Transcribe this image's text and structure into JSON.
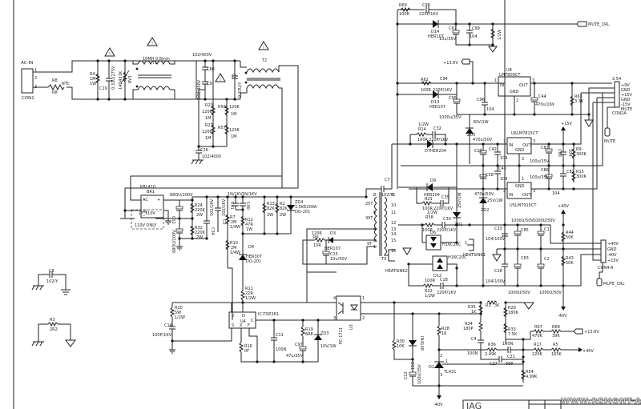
{
  "diagram": {
    "type": "power supply schematic",
    "watermark": "WWW.REMONT-AUD.NET",
    "title_block": "IAG"
  },
  "input": {
    "connector": "CON1",
    "connector_label": "AC-IN",
    "pins": [
      "1",
      "2",
      "3"
    ],
    "ntc": {
      "ref": "R8",
      "ref2": "R8",
      "label": "NTC"
    },
    "r4": {
      "ref": "R4",
      "value": "1M",
      "power": "1W"
    },
    "c19": {
      "ref": "C19",
      "value": "0.33U/275V"
    },
    "rv1": {
      "ref": "RV1",
      "value": "14D431K"
    },
    "t1": {
      "ref": "T1",
      "value": "10MH 0.8mm"
    },
    "c_x1": {
      "value": "102/400V"
    },
    "c88": {
      "ref": "C88"
    },
    "c9": {
      "ref": "C9",
      "value": "102/400V"
    },
    "c5": {
      "ref": "C5",
      "value": "0.33U/Y"
    },
    "t2": {
      "ref": "T2"
    },
    "r23": {
      "ref": "R23",
      "pkg": "1206",
      "value": "1M"
    },
    "r56": {
      "ref": "R56",
      "pkg": "1206",
      "value": "1M"
    },
    "r27": {
      "ref": "R27",
      "pkg": "1206",
      "value": "1M"
    },
    "r57": {
      "ref": "R57",
      "pkg": "1206",
      "value": "1M"
    },
    "c26": {
      "ref": "C26",
      "value": "102/400V"
    },
    "warning_symbol": "!"
  },
  "misc": {
    "c8": {
      "ref": "C8",
      "value": "102/Y"
    },
    "r3": {
      "ref": "R3",
      "value": "2R2"
    }
  },
  "rectifier": {
    "br1": {
      "ref": "BR1",
      "part": "KBL410",
      "pins": [
        "AC",
        "AC",
        "+",
        "-"
      ]
    },
    "jp": {
      "ref": "JP_110V",
      "label": "110V ONLY"
    },
    "c12": {
      "ref": "C12",
      "value": "68OU/200V"
    },
    "c13": {
      "ref": "C13",
      "value": "68OU/200V"
    },
    "r24": {
      "ref": "R24",
      "value": "220K",
      "power": "2W"
    },
    "r32": {
      "ref": "R32",
      "value": "220K",
      "power": "2W"
    },
    "c34": {
      "ref": "C34",
      "value": "102/1KV"
    },
    "c3": {
      "ref": "C3",
      "value": "102/1KV"
    }
  },
  "snubber": {
    "c41": {
      "ref": "C41",
      "value": "1N/1KV"
    },
    "c40": {
      "ref": "C40",
      "value": "1N/1KV"
    },
    "r7": {
      "ref": "R7",
      "value": "2M",
      "power": "1/4W"
    },
    "r10": {
      "ref": "R10",
      "value": "2M",
      "power": "1/4W"
    },
    "r12": {
      "ref": "R12",
      "value": "47R",
      "power": "1W"
    },
    "r13": {
      "ref": "R13",
      "value": "82K",
      "power": "2W"
    },
    "r2": {
      "ref": "R2",
      "value": "82K",
      "power": "2W"
    },
    "zd4": {
      "ref": "ZD4",
      "value": "1.5KE200A",
      "pkg": "DO-201"
    },
    "d4": {
      "ref": "D4",
      "value": "HER307",
      "pkg": "DO-201"
    }
  },
  "controller": {
    "u4": {
      "ref": "U4",
      "part": "IC-TOP261",
      "pins": [
        "V",
        "D",
        "C",
        "S",
        "X",
        "F"
      ]
    },
    "r11": {
      "ref": "R11",
      "value": "22R",
      "power": "1/2W"
    },
    "r20": {
      "ref": "R20",
      "value": "5W",
      "power": "1/2W"
    },
    "c14": {
      "ref": "C14",
      "value": "100P/1KV"
    },
    "r16": {
      "ref": "R16",
      "value": "0F"
    },
    "c11": {
      "ref": "C11",
      "value": "100N"
    },
    "r19": {
      "ref": "R19",
      "value": "6R8"
    },
    "c97": {
      "ref": "C97",
      "value": "47u/35V"
    },
    "zd3": {
      "ref": "ZD3",
      "value": "10V/1W"
    }
  },
  "transformer": {
    "t3": {
      "ref": "T3"
    },
    "c7": {
      "ref": "C7",
      "value": "102/Y1"
    },
    "turns": [
      "25T",
      "39T",
      "9T"
    ],
    "pins": [
      "8",
      "9",
      "10",
      "11",
      "6",
      "12",
      "4",
      "13",
      "14",
      "15",
      "2",
      "1",
      "16"
    ],
    "r6": {
      "ref": "R6",
      "pkg": "1206",
      "value": "10R"
    },
    "d3": {
      "ref": "D3",
      "value": "HER107"
    },
    "c15": {
      "ref": "C15",
      "value": "10u/50V"
    },
    "heatsink2": "HEATSINK2"
  },
  "secondary": {
    "r69": {
      "ref": "R69",
      "value": "100R"
    },
    "c98": {
      "ref": "C98",
      "value": "220P/1KV"
    },
    "d14": {
      "ref": "D14",
      "value": "HER107"
    },
    "c67": {
      "ref": "C67",
      "value": "10u/35V"
    },
    "c99": {
      "ref": "C99",
      "value": "104"
    },
    "r_mute": {
      "ref": "R",
      "value": "1/2W"
    },
    "mute_ctrl": "MUTE_CRL",
    "v13_6": "+13.6V",
    "r62": {
      "ref": "R62",
      "value": "100R"
    },
    "c94": {
      "ref": "C94",
      "value": "220P/1KV"
    },
    "d13": {
      "ref": "D13",
      "value": "HER107"
    },
    "c95": {
      "ref": "C95",
      "value": "1000u/35V"
    },
    "c96": {
      "ref": "C96",
      "value": "104"
    },
    "u8": {
      "ref": "U8",
      "part": "LM7809CT",
      "pins": [
        "IN",
        "OUT",
        "GND"
      ],
      "pin_nums": [
        "1",
        "3",
        "2"
      ]
    },
    "c44": {
      "ref": "C44",
      "value": "470u/16V"
    },
    "r63": {
      "ref": "R63",
      "value": "3.3K"
    },
    "zd5": {
      "ref": "ZD5",
      "value": "30V/1W"
    },
    "r14": {
      "ref": "R14",
      "value": "100R",
      "power": "1/2W"
    },
    "c32": {
      "ref": "C32",
      "value": "220P/1KV"
    },
    "d7": {
      "ref": "D7",
      "value": "HER204"
    },
    "u6": {
      "ref": "U6",
      "part": "LM7815CT",
      "pins": [
        "IN",
        "OUT",
        "GND"
      ],
      "pin_nums": [
        "1",
        "3",
        "2"
      ]
    },
    "u5": {
      "ref": "U5",
      "part": "LM7915CT",
      "pins": [
        "IN",
        "OUT",
        "GND"
      ],
      "pin_nums": [
        "2",
        "3",
        "1"
      ]
    },
    "c29": {
      "ref": "C29",
      "value": "470u/50V"
    },
    "c42": {
      "ref": "C42",
      "value": "104"
    },
    "c43": {
      "ref": "C43",
      "value": "104"
    },
    "c58": {
      "ref": "C58",
      "value": "470u/50V"
    },
    "c81": {
      "ref": "C81",
      "value": "100u/35V"
    },
    "c86": {
      "ref": "C86",
      "value": "100u/35V"
    },
    "c80": {
      "ref": "C80",
      "value": "104"
    },
    "c82": {
      "ref": "C82",
      "value": "104"
    },
    "r9": {
      "ref": "R9",
      "value": "300K"
    },
    "r15": {
      "ref": "R15",
      "value": "300K"
    },
    "v15": "+15V",
    "zd2": {
      "ref": "ZD2",
      "value": "25V/1W"
    },
    "d9": {
      "ref": "D9",
      "value": "HER204"
    },
    "r21": {
      "ref": "R21",
      "value": "100R"
    },
    "c35": {
      "ref": "C35",
      "value": "220P/1KV"
    },
    "zd1": {
      "ref": "ZD1",
      "value": "25V/1W"
    },
    "r58": {
      "ref": "R58",
      "value": "100R",
      "power": "1/2W"
    },
    "c30": {
      "ref": "C30",
      "value": "220P/1KV"
    },
    "d6": {
      "ref": "D6",
      "value": "H16C20C"
    },
    "d12": {
      "ref": "D12",
      "value": "H16C20C"
    },
    "heatsink1": "HEATSINK1",
    "r22": {
      "ref": "R22",
      "value": "100R",
      "power": "1/2W"
    },
    "c18": {
      "ref": "C18",
      "value": "220P/1KV"
    },
    "c33": {
      "ref": "C33",
      "value": "104/100V"
    },
    "c28": {
      "ref": "C28",
      "value": "104/100V"
    },
    "c85": {
      "ref": "C85",
      "value": "1000U/50V"
    },
    "c1": {
      "ref": "C1",
      "value": "1000U/50V"
    },
    "c83": {
      "ref": "C83",
      "value": "1000U/50V"
    },
    "c2": {
      "ref": "C2",
      "value": "1000U/50V"
    },
    "r44": {
      "ref": "R44",
      "value": "50K"
    },
    "r43": {
      "ref": "R43",
      "value": "50K"
    },
    "v40p": "+40V",
    "v40n": "-40V"
  },
  "connectors": {
    "con2a": {
      "ref": "CON2A",
      "pitch": "2.54",
      "pins": [
        "+9V",
        "GND",
        "+15V",
        "GND",
        "-15V",
        "MUTE"
      ],
      "mute_label": "MUTE"
    },
    "con4a": {
      "ref": "CON4-A",
      "pins": [
        "+40V",
        "GND",
        "-40V",
        "+15V"
      ],
      "mute_label": "MUTE_CRL"
    }
  },
  "feedback": {
    "u3": {
      "ref": "U3",
      "part": "PC-1711",
      "pins": [
        "4",
        "3",
        "1",
        "2"
      ]
    },
    "r35": {
      "ref": "R35",
      "value": "1K"
    },
    "r1": {
      "ref": "R1",
      "value": "3K"
    },
    "r29": {
      "ref": "R29",
      "value": "180K"
    },
    "r33": {
      "ref": "R33",
      "value": "7.5K"
    },
    "r34": {
      "ref": "R34",
      "value": "180P"
    },
    "c4": {
      "ref": "C4",
      "value": "100N"
    },
    "r36": {
      "ref": "R36",
      "value": "2.49K"
    },
    "c21": {
      "ref": "C21",
      "value": "100N"
    },
    "c27": {
      "ref": "C27",
      "value": "68P"
    },
    "r28": {
      "ref": "R28",
      "value": "1K"
    },
    "r30": {
      "ref": "R30",
      "value": "10K"
    },
    "d11": {
      "ref": "D11",
      "value": "IN4148"
    },
    "c22": {
      "ref": "C22",
      "value": "100U/35V"
    },
    "u1": {
      "ref": "D1",
      "part": "TL431",
      "pins": [
        "1",
        "2",
        "3"
      ]
    },
    "r54": {
      "ref": "R54",
      "value": "4.99K"
    },
    "r67": {
      "ref": "R67",
      "value": "470K"
    },
    "r68": {
      "ref": "R68",
      "value": "39K"
    },
    "r17": {
      "ref": "R17",
      "value": "220K"
    },
    "r5": {
      "ref": "R5",
      "value": "165K"
    },
    "v13_6": "+13.6V",
    "v40p": "+40V",
    "v40n": "-40V"
  }
}
